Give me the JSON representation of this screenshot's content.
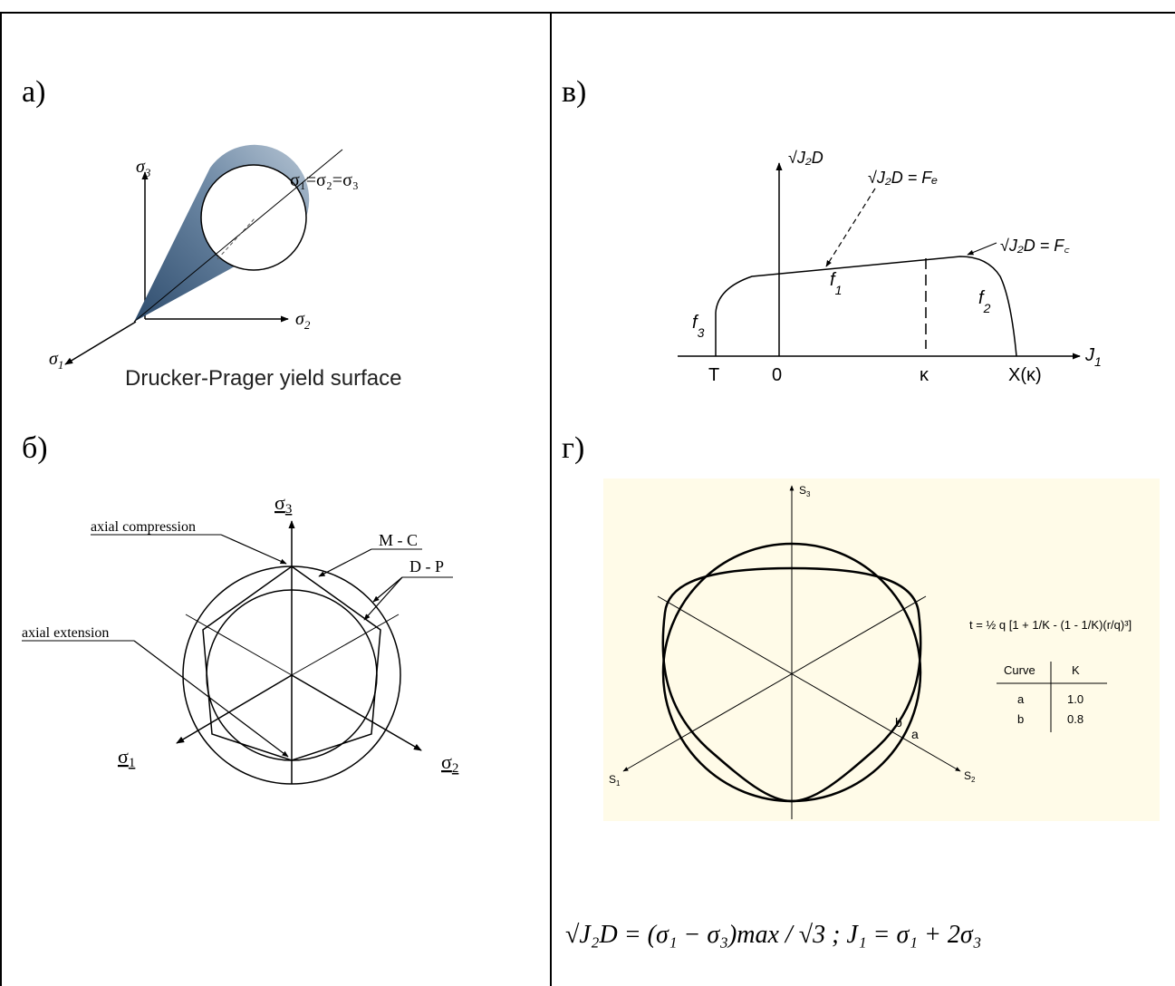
{
  "panels": {
    "a": {
      "label": "а)",
      "caption": "Drucker-Prager yield surface",
      "axis_s1": "σ",
      "axis_s1_sub": "1",
      "axis_s2": "σ",
      "axis_s2_sub": "2",
      "axis_s3": "σ",
      "axis_s3_sub": "3",
      "hydro_line": "σ₁=σ₂=σ₃"
    },
    "b": {
      "label": "б)",
      "axis_s1": "σ",
      "axis_s1_sub": "1",
      "axis_s2": "σ",
      "axis_s2_sub": "2",
      "axis_s3": "σ",
      "axis_s3_sub": "3",
      "axial_compression": "axial compression",
      "axial_extension": "axial extension",
      "mc": "M - C",
      "dp": "D - P"
    },
    "v": {
      "label": "в)",
      "y_axis": "√J₂D",
      "x_axis": "J",
      "x_axis_sub": "1",
      "fe_label": "√J₂D = Fₑ",
      "fc_label": "√J₂D = F꜀",
      "f1": "f",
      "f1_sub": "1",
      "f2": "f",
      "f2_sub": "2",
      "f3": "f",
      "f3_sub": "3",
      "tick_T": "T",
      "tick_0": "0",
      "tick_k": "κ",
      "tick_X": "X(κ)"
    },
    "g": {
      "label": "г)",
      "s1": "S",
      "s1_sub": "1",
      "s2": "S",
      "s2_sub": "2",
      "s3": "S",
      "s3_sub": "3",
      "curve_a": "a",
      "curve_b": "b",
      "formula": "t = ½ q [1 + 1/K - (1 - 1/K)(r/q)³]",
      "table": {
        "headers": [
          "Curve",
          "K"
        ],
        "rows": [
          [
            "a",
            "1.0"
          ],
          [
            "b",
            "0.8"
          ]
        ]
      },
      "equation": "√J₂D = (σ₁ − σ₃)max / √3 ;  J₁ = σ₁ + 2σ₃"
    }
  }
}
